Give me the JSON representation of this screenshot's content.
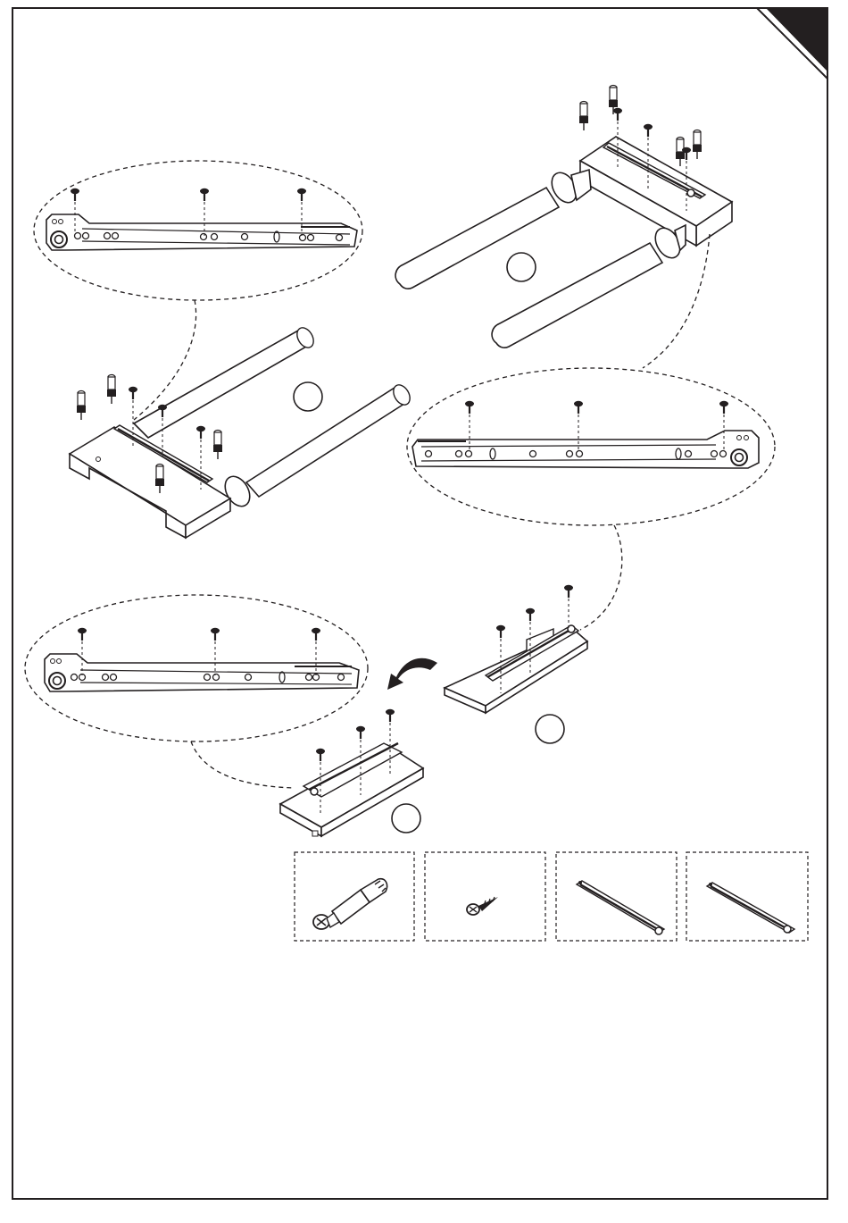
{
  "page": {
    "corner_tab_color": "#231f20",
    "line_color": "#231f20",
    "background": "#ffffff"
  },
  "steps": {
    "step_a": {
      "label": ""
    },
    "step_b": {
      "label": ""
    },
    "step_c": {
      "label": ""
    },
    "step_d": {
      "label": ""
    }
  },
  "callouts": {
    "rail_top": {
      "screws": 3
    },
    "rail_mid": {
      "screws": 3
    },
    "rail_bottom": {
      "screws": 3
    }
  },
  "parts_legend": [
    {
      "icon": "cam-dowel-icon"
    },
    {
      "icon": "screw-icon"
    },
    {
      "icon": "drawer-rail-left-icon"
    },
    {
      "icon": "drawer-rail-right-icon"
    }
  ]
}
